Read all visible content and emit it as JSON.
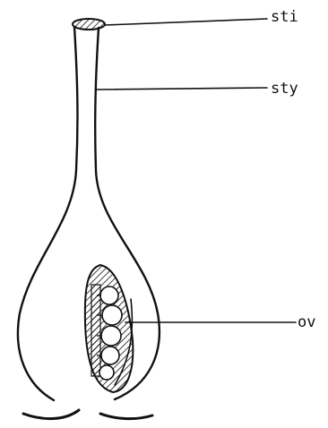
{
  "diagram": {
    "labels": {
      "stigma": "sti",
      "style": "sty",
      "ovary": "ov"
    }
  }
}
